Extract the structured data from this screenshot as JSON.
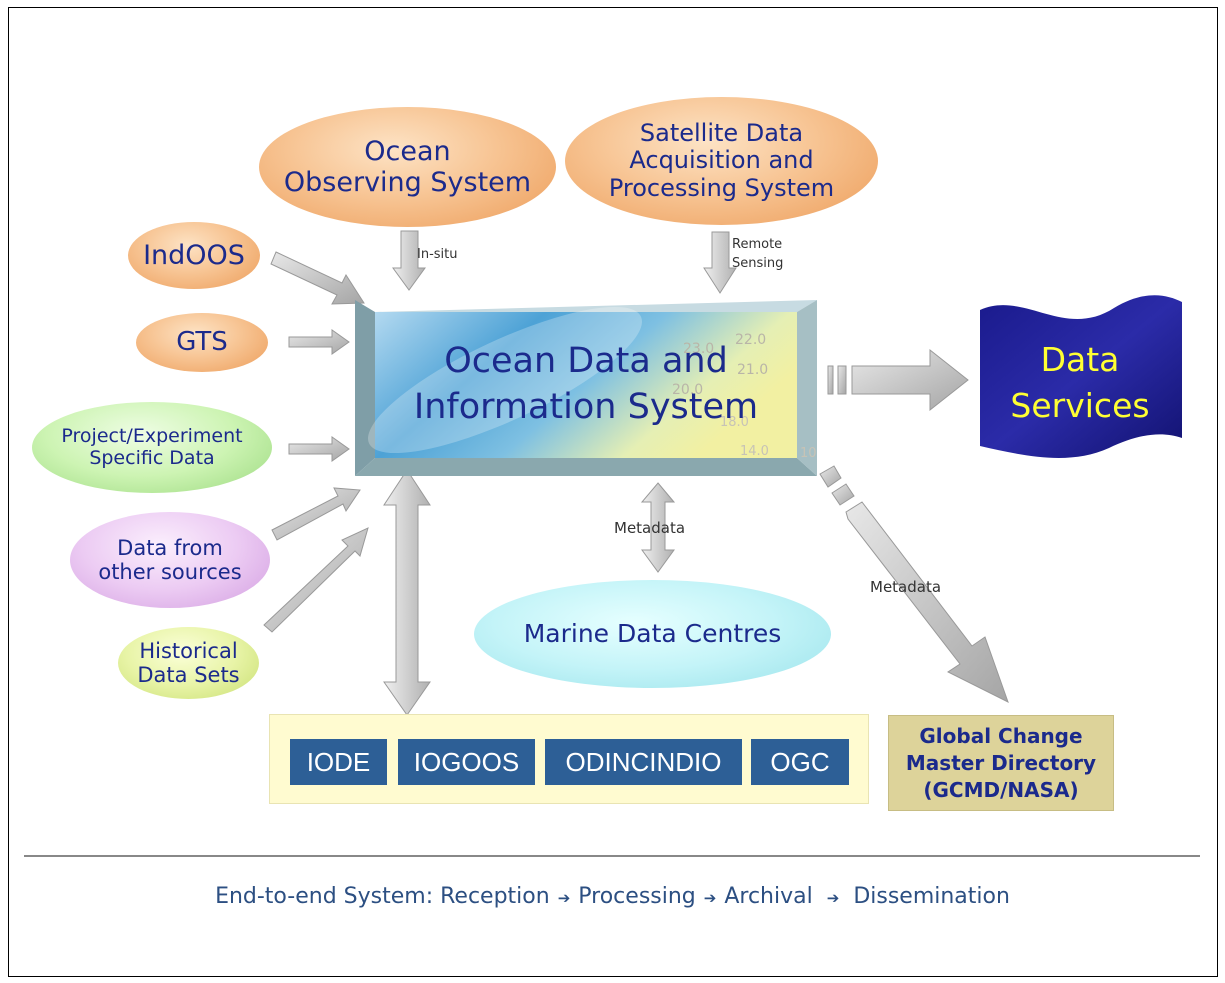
{
  "top": {
    "ocean_observing": "Ocean\nObserving System",
    "satellite": "Satellite Data\nAcquisition and\nProcessing System"
  },
  "left": {
    "indoos": "IndOOS",
    "gts": "GTS",
    "project": "Project/Experiment\nSpecific Data",
    "other_sources": "Data from\nother sources",
    "historical": "Historical\nData Sets"
  },
  "arrows": {
    "insitu": "In-situ",
    "remote": "Remote\nSensing",
    "metadata_center": "Metadata",
    "metadata_right": "Metadata"
  },
  "center": {
    "title": "Ocean Data and\nInformation System",
    "bg_numbers": [
      "23.0",
      "22.0",
      "21.0",
      "20.0",
      "18.0",
      "14.0",
      "10"
    ]
  },
  "services": "Data\nServices",
  "marine": "Marine Data Centres",
  "orgs": [
    "IODE",
    "IOGOOS",
    "ODINCINDIO",
    "OGC"
  ],
  "gcmd": "Global Change\nMaster Directory\n(GCMD/NASA)",
  "footer": {
    "prefix": "End-to-end System: ",
    "steps": [
      "Reception",
      "Processing",
      "Archival",
      "Dissemination"
    ]
  },
  "colors": {
    "text_blue": "#1b2a8c",
    "data_services_bg": "#1a1a8c",
    "data_services_text": "#ffff33",
    "org_box": "#2d5f96",
    "org_panel": "#fffbd0",
    "gcmd_bg": "#ddd39a",
    "footer_text": "#2c4f82"
  }
}
